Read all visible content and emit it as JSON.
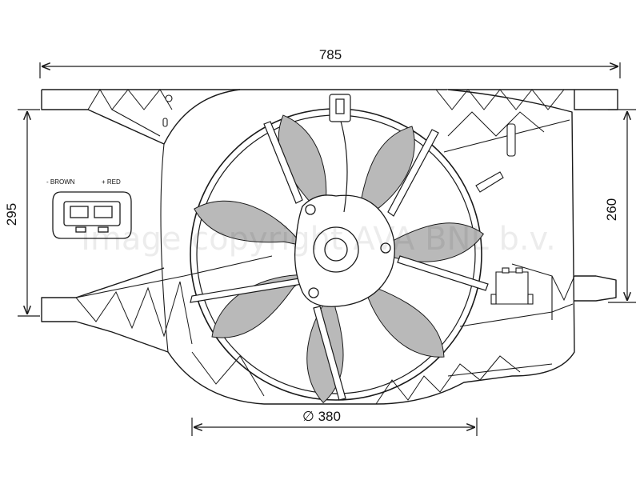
{
  "dimensions": {
    "width": "785",
    "left_height": "295",
    "right_height": "260",
    "diameter": "∅ 380"
  },
  "connector": {
    "neg_label": "- BROWN",
    "pos_label": "+ RED"
  },
  "watermark": "Image copyright AVA BNL b.v.",
  "colors": {
    "line": "#1a1a1a",
    "blade_fill": "#b9b9b9",
    "background": "#ffffff"
  }
}
